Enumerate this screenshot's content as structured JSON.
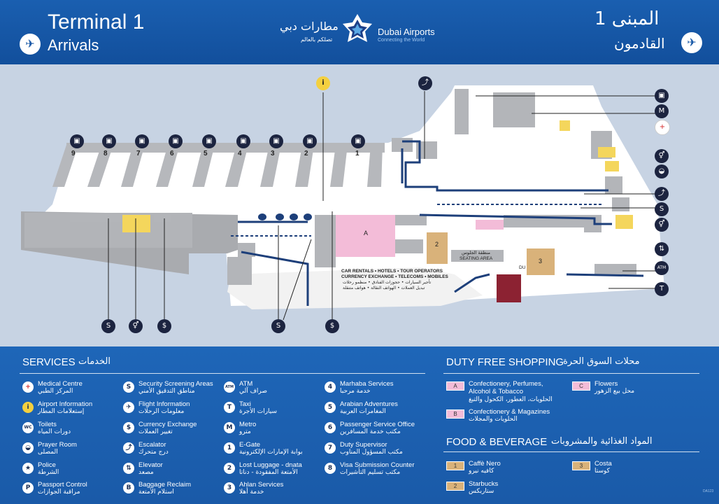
{
  "header": {
    "title_en": "Terminal 1",
    "subtitle_en": "Arrivals",
    "title_ar": "المبنى 1",
    "subtitle_ar": "القادمون",
    "logo_ar": "مطارات دبي",
    "logo_ar_tag": "تصلكم بالعالم",
    "logo_en": "Dubai Airports",
    "logo_tagline": "Connecting the World",
    "plane_icon": "arrival-plane-icon"
  },
  "map": {
    "gates": [
      "9",
      "8",
      "7",
      "6",
      "5",
      "4",
      "3",
      "2",
      "1"
    ],
    "area_a_label": "A",
    "area_2_label": "2",
    "area_3_label": "3",
    "seating_ar": "منطقة الجلوس",
    "seating_en": "SEATING AREA",
    "du_label": "DU",
    "services_en_1": "CAR RENTALS • HOTELS • TOUR OPERATORS",
    "services_en_2": "CURRENCY EXCHANGE • TELECOMS • MOBILES",
    "services_ar_1": "تأجير السيارات • حجوزات الفنادق • منظمو رحلات",
    "services_ar_2": "تبديل العملات • الهواتف النقالة • هواتف متنقلة",
    "code": "DA123"
  },
  "legend": {
    "services_en": "SERVICES",
    "services_ar": "الخدمات",
    "duty_en": "DUTY FREE SHOPPING",
    "duty_ar": "محلات السوق الحرة",
    "fb_en": "FOOD & BEVERAGE",
    "fb_ar": "المواد الغذائية والمشروبات",
    "col1": [
      {
        "en": "Medical Centre",
        "ar": "المركز الطبي",
        "icon": "+"
      },
      {
        "en": "Airport Information",
        "ar": "إستعلامات المطار",
        "icon": "i"
      },
      {
        "en": "Toilets",
        "ar": "دورات المياه",
        "icon": "WC"
      },
      {
        "en": "Prayer Room",
        "ar": "المصلى",
        "icon": "◒"
      },
      {
        "en": "Police",
        "ar": "الشرطة",
        "icon": "★"
      },
      {
        "en": "Passport Control",
        "ar": "مراقبة الجوازات",
        "icon": "P"
      }
    ],
    "col2": [
      {
        "en": "Security Screening Areas",
        "ar": "مناطق التدقيق الأمني",
        "icon": "S"
      },
      {
        "en": "Flight Information",
        "ar": "معلومات الرحلات",
        "icon": "✈"
      },
      {
        "en": "Currency Exchange",
        "ar": "تغيير العملات",
        "icon": "$"
      },
      {
        "en": "Escalator",
        "ar": "درج متحرك",
        "icon": "⤴"
      },
      {
        "en": "Elevator",
        "ar": "مصعد",
        "icon": "⇅"
      },
      {
        "en": "Baggage Reclaim",
        "ar": "استلام الأمتعة",
        "icon": "B"
      }
    ],
    "col3": [
      {
        "en": "ATM",
        "ar": "صراف آلي",
        "icon": "ATM"
      },
      {
        "en": "Taxi",
        "ar": "سيارات الأجرة",
        "icon": "T"
      },
      {
        "en": "Metro",
        "ar": "مترو",
        "icon": "M"
      },
      {
        "en": "E-Gate",
        "ar": "بوابة الإمارات الإلكترونية",
        "icon": "1"
      },
      {
        "en": "Lost Luggage - dnata",
        "ar": "الأمتعة المفقودة - دناتا",
        "icon": "2"
      },
      {
        "en": "Ahlan Services",
        "ar": "خدمة أهلا",
        "icon": "3"
      }
    ],
    "col4": [
      {
        "en": "Marhaba Services",
        "ar": "خدمة مرحبا",
        "icon": "4"
      },
      {
        "en": "Arabian Adventures",
        "ar": "المغامرات العربية",
        "icon": "5"
      },
      {
        "en": "Passenger Service Office",
        "ar": "مكتب خدمة المسافرين",
        "icon": "6"
      },
      {
        "en": "Duty Supervisor",
        "ar": "مكتب المسؤول المناوب",
        "icon": "7"
      },
      {
        "en": "Visa Submission Counter",
        "ar": "مكتب تسليم التأشيرات",
        "icon": "8"
      }
    ],
    "duty_free": [
      {
        "code": "A",
        "en": "Confectionery, Perfumes, Alcohol & Tobacco",
        "ar": "الحلويات، العطور، الكحول والتبغ"
      },
      {
        "code": "B",
        "en": "Confectionery & Magazines",
        "ar": "الحلويات والمجلات"
      },
      {
        "code": "C",
        "en": "Flowers",
        "ar": "محل بيع الزهور"
      }
    ],
    "food": [
      {
        "code": "1",
        "en": "Caffè Nero",
        "ar": "كافيه نيرو"
      },
      {
        "code": "2",
        "en": "Starbucks",
        "ar": "ستاربكس"
      },
      {
        "code": "3",
        "en": "Costa",
        "ar": "كوستا"
      }
    ]
  },
  "colors": {
    "header_blue": "#1657a6",
    "wall_blue": "#1d3f7a",
    "duty_free_pink": "#f3bcd8",
    "food_tan": "#d9b27a"
  }
}
